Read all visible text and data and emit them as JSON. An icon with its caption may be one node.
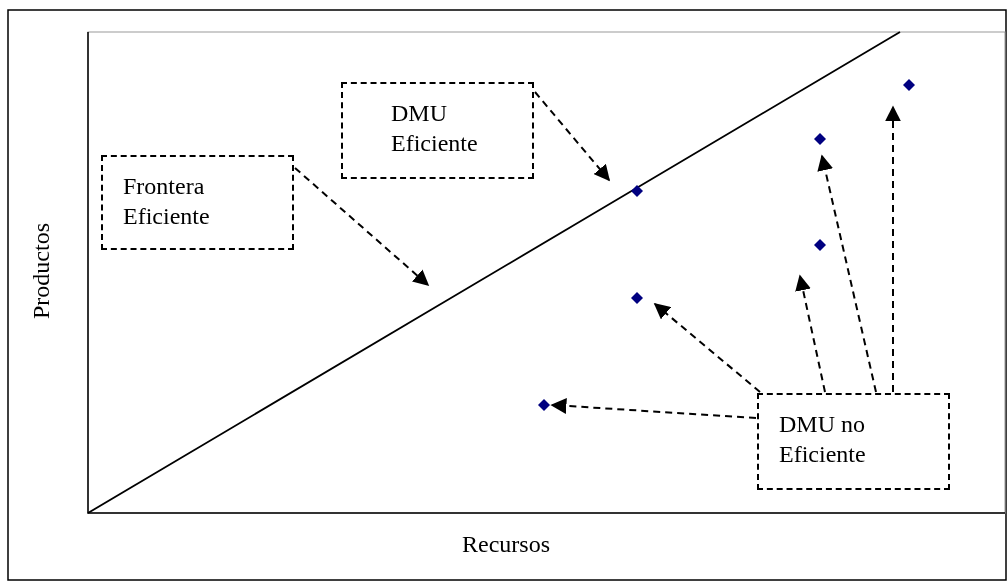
{
  "diagram": {
    "nodes": [
      {
        "text": [
          "Frontera Eficiente"
        ]
      },
      {
        "text": [
          "DMU Eficiente"
        ]
      },
      {
        "text": [
          "DMU no Eficiente"
        ]
      },
      {
        "text": [],
        "shape": "diamond"
      },
      {
        "text": [],
        "shape": "diamond"
      },
      {
        "text": [],
        "shape": "diamond"
      },
      {
        "text": [],
        "shape": "diamond"
      },
      {
        "text": [],
        "shape": "diamond"
      },
      {
        "text": [],
        "shape": "diamond"
      }
    ],
    "edges": [
      {
        "from": 0,
        "to": null,
        "arrow": "to",
        "style": "dashed"
      },
      {
        "from": 1,
        "to": 3,
        "arrow": "to",
        "style": "dashed"
      },
      {
        "from": 2,
        "to": 8,
        "arrow": "to",
        "style": "dashed"
      },
      {
        "from": 2,
        "to": 7,
        "arrow": "to",
        "style": "dashed"
      },
      {
        "from": 2,
        "to": 6,
        "arrow": "to",
        "style": "dashed"
      },
      {
        "from": 2,
        "to": 4,
        "arrow": "to",
        "style": "dashed"
      },
      {
        "from": 2,
        "to": 5,
        "arrow": "to",
        "style": "dashed"
      }
    ],
    "labels": [
      "Productos",
      "Recursos"
    ]
  }
}
